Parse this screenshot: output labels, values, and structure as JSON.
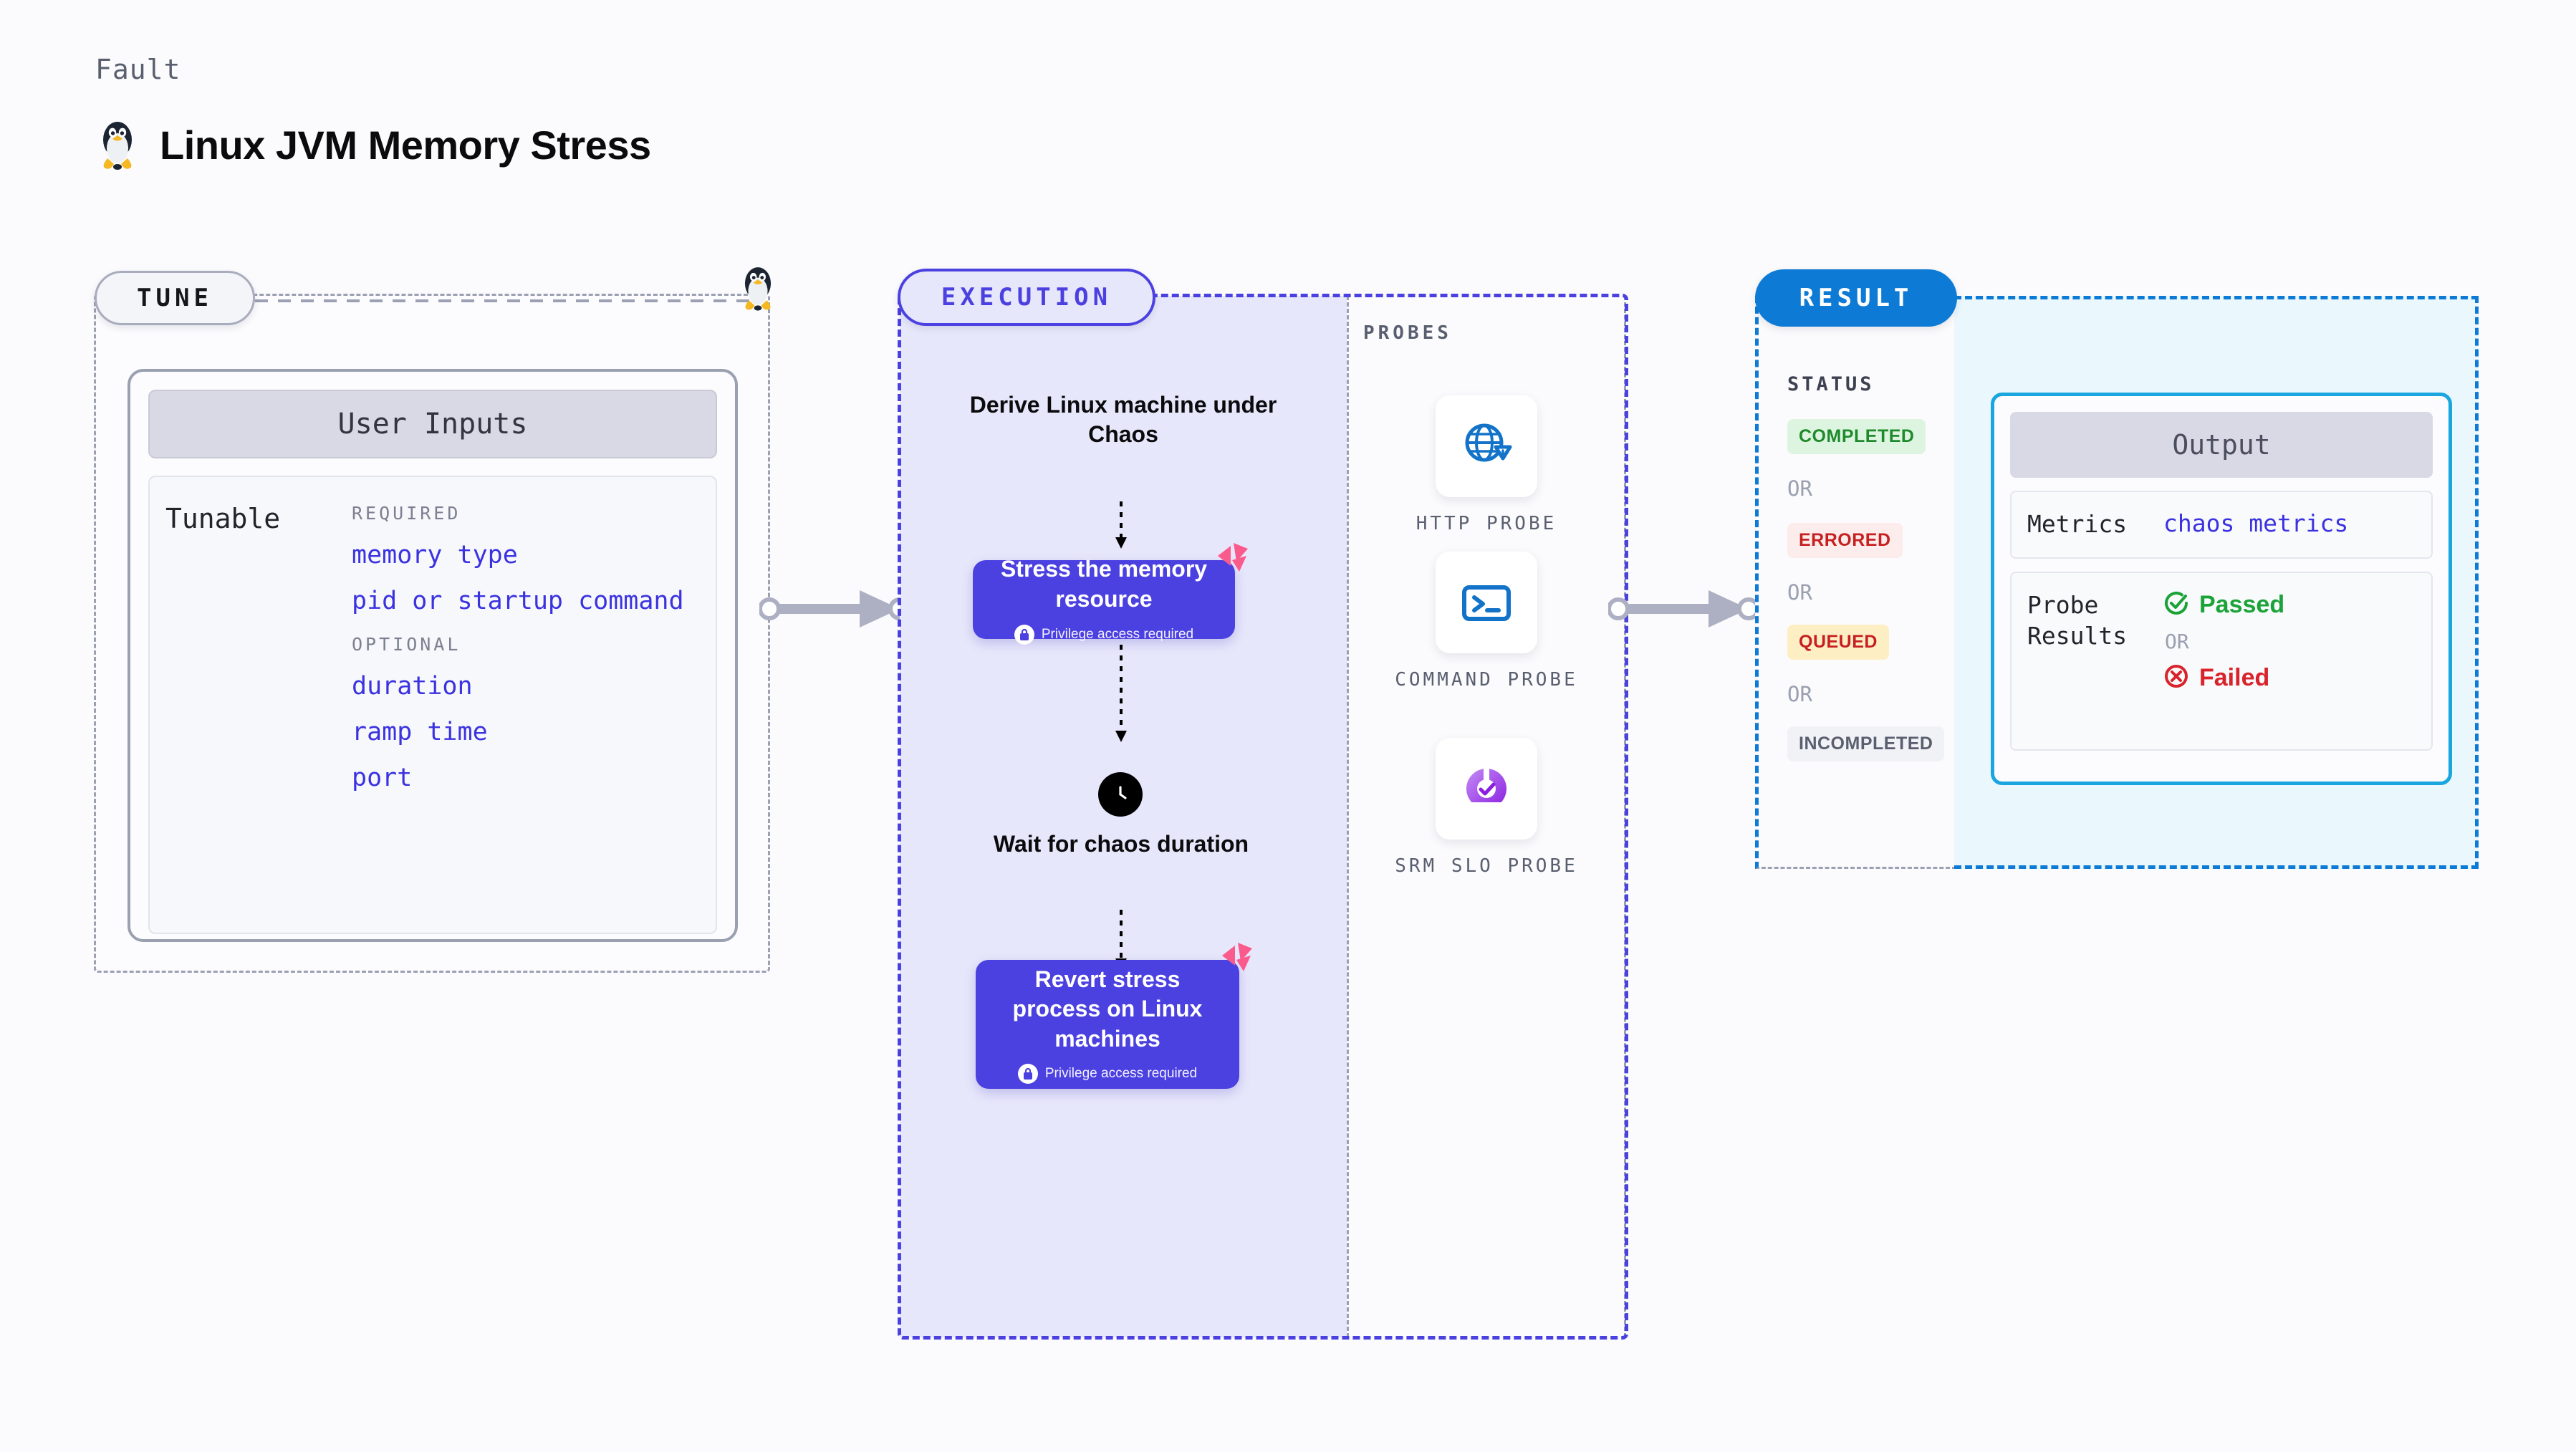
{
  "header": {
    "eyebrow": "Fault",
    "title": "Linux JVM Memory Stress",
    "os_icon": "linux-penguin-icon"
  },
  "tune": {
    "pill_label": "TUNE",
    "card_header": "User Inputs",
    "tunable_label": "Tunable",
    "required_label": "REQUIRED",
    "optional_label": "OPTIONAL",
    "required_items": [
      "memory type",
      "pid or startup command"
    ],
    "optional_items": [
      "duration",
      "ramp time",
      "port"
    ]
  },
  "execution": {
    "pill_label": "EXECUTION",
    "steps": [
      {
        "type": "text",
        "label": "Derive Linux machine under Chaos"
      },
      {
        "type": "card",
        "label": "Stress the memory resource",
        "privilege_note": "Privilege access required",
        "badge": "harness-logo-icon"
      },
      {
        "type": "wait",
        "label": "Wait for chaos duration",
        "icon": "clock-icon"
      },
      {
        "type": "card",
        "label": "Revert stress process on Linux machines",
        "privilege_note": "Privilege access required",
        "badge": "harness-logo-icon"
      }
    ]
  },
  "probes": {
    "title": "PROBES",
    "items": [
      {
        "label": "HTTP PROBE",
        "icon": "globe-warning-icon"
      },
      {
        "label": "COMMAND PROBE",
        "icon": "terminal-icon"
      },
      {
        "label": "SRM SLO PROBE",
        "icon": "slo-donut-check-icon"
      }
    ]
  },
  "result": {
    "pill_label": "RESULT",
    "status_title": "STATUS",
    "or_label": "OR",
    "statuses": [
      {
        "label": "COMPLETED",
        "color": "#1f8a2c",
        "bg": "#ddf5e0"
      },
      {
        "label": "ERRORED",
        "color": "#c62020",
        "bg": "#fdecec"
      },
      {
        "label": "QUEUED",
        "color": "#c62020",
        "bg": "#fdeec4"
      },
      {
        "label": "INCOMPLETED",
        "color": "#5a5f70",
        "bg": "#f1f2f6"
      }
    ],
    "output": {
      "header": "Output",
      "metrics_key": "Metrics",
      "metrics_value": "chaos metrics",
      "probe_results_key": "Probe Results",
      "passed_label": "Passed",
      "failed_label": "Failed",
      "or_label": "OR"
    }
  },
  "colors": {
    "accent_purple": "#4b40e0",
    "accent_blue": "#0d7ad6",
    "accent_cyan": "#1ba6e0",
    "pink_badge": "#fb5a8c",
    "pass_green": "#1aa337",
    "fail_red": "#d9222a"
  }
}
